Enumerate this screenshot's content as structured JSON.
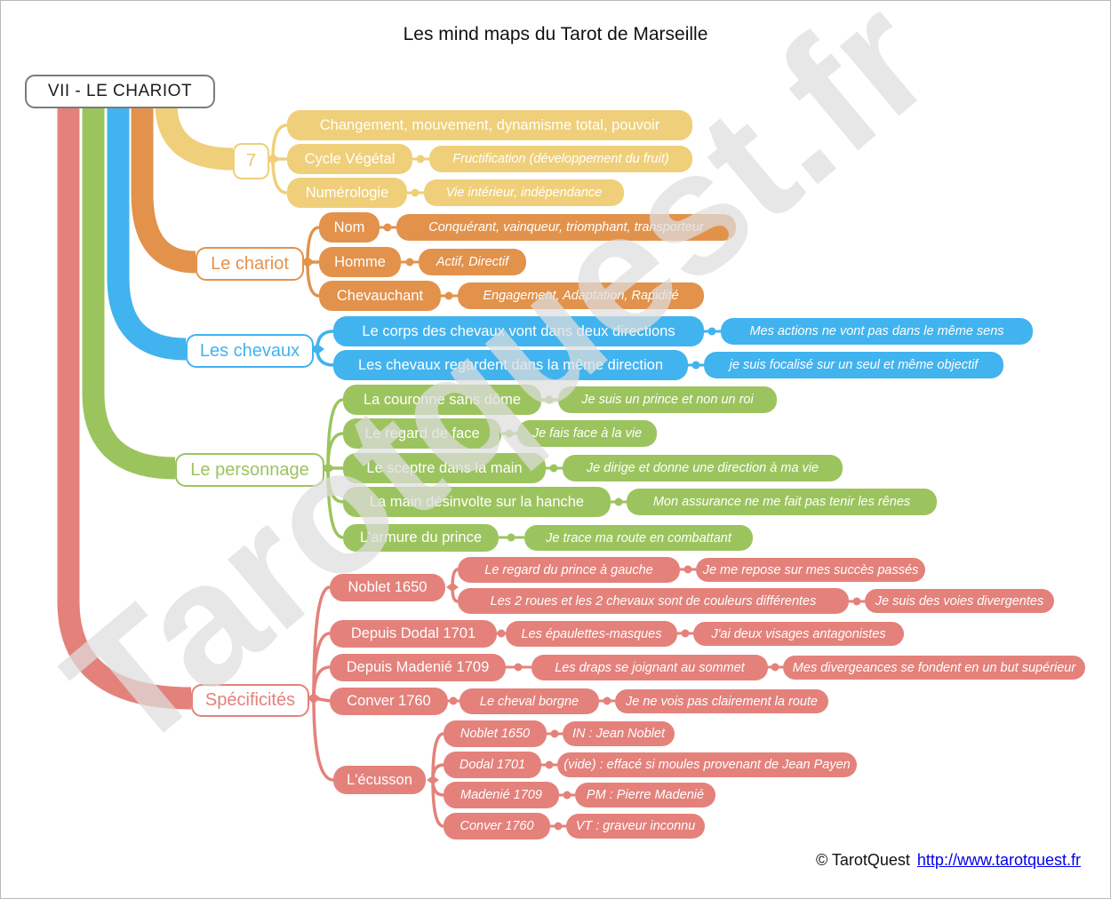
{
  "title": "Les mind maps du Tarot de Marseille",
  "watermark": "Tarotquest.fr",
  "root": {
    "label": "VII - LE CHARIOT"
  },
  "colors": {
    "yellow": "#EFCF79",
    "orange": "#E2924B",
    "blue": "#41B3EF",
    "green": "#9CC45E",
    "red": "#E4817B",
    "root_border": "#7B7B7B",
    "watermark_gray": "#DEDEDE",
    "link_blue": "#0000EE"
  },
  "branches": [
    {
      "label": "7",
      "color": "#EFCF79",
      "children": [
        {
          "label": "Changement, mouvement, dynamisme total, pouvoir"
        },
        {
          "label": "Cycle Végétal",
          "note": "Fructification (développement du fruit)"
        },
        {
          "label": "Numérologie",
          "note": "Vie intérieur, indépendance"
        }
      ]
    },
    {
      "label": "Le chariot",
      "color": "#E2924B",
      "children": [
        {
          "label": "Nom",
          "note": "Conquérant, vainqueur, triomphant, transporteur"
        },
        {
          "label": "Homme",
          "note": "Actif, Directif"
        },
        {
          "label": "Chevauchant",
          "note": "Engagement, Adaptation, Rapidité"
        }
      ]
    },
    {
      "label": "Les chevaux",
      "color": "#41B3EF",
      "children": [
        {
          "label": "Le corps des chevaux vont dans deux directions",
          "note": "Mes actions ne vont pas dans le même sens"
        },
        {
          "label": "Les chevaux regardent dans la même direction",
          "note": "je suis focalisé sur un seul et même objectif"
        }
      ]
    },
    {
      "label": "Le personnage",
      "color": "#9CC45E",
      "children": [
        {
          "label": "La couronne sans dôme",
          "note": "Je suis un prince et non un roi"
        },
        {
          "label": "Le regard de face",
          "note": "Je fais face à la vie"
        },
        {
          "label": "Le sceptre dans la main",
          "note": "Je dirige et donne une direction à ma vie"
        },
        {
          "label": "La main désinvolte sur la hanche",
          "note": "Mon assurance ne me fait pas tenir les rênes"
        },
        {
          "label": "L'armure du prince",
          "note": "Je trace ma route en combattant"
        }
      ]
    },
    {
      "label": "Spécificités",
      "color": "#E4817B",
      "children": [
        {
          "label": "Noblet 1650",
          "subs": [
            {
              "label": "Le regard du prince à gauche",
              "note": "Je me repose sur mes succès passés"
            },
            {
              "label": "Les 2 roues et les 2 chevaux sont de couleurs différentes",
              "note": "Je suis des voies divergentes"
            }
          ]
        },
        {
          "label": "Depuis Dodal 1701",
          "sub": "Les épaulettes-masques",
          "note": "J'ai deux visages antagonistes"
        },
        {
          "label": "Depuis Madenié 1709",
          "sub": "Les draps se joignant au sommet",
          "note": "Mes divergeances se fondent en un but supérieur"
        },
        {
          "label": "Conver 1760",
          "sub": "Le cheval borgne",
          "note": "Je ne vois pas clairement la route"
        },
        {
          "label": "L'écusson",
          "subs": [
            {
              "label": "Noblet 1650",
              "note": "IN : Jean Noblet"
            },
            {
              "label": "Dodal 1701",
              "note": "(vide) : effacé si moules provenant de Jean Payen"
            },
            {
              "label": "Madenié 1709",
              "note": "PM : Pierre Madenié"
            },
            {
              "label": "Conver 1760",
              "note": "VT : graveur inconnu"
            }
          ]
        }
      ]
    }
  ],
  "footer": {
    "copyright": "© TarotQuest",
    "link": "http://www.tarotquest.fr"
  }
}
